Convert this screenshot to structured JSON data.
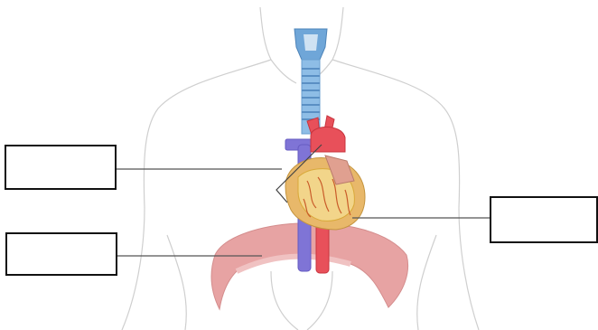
{
  "diagram": {
    "kind": "unlabeled anatomy worksheet",
    "labels": [
      {
        "id": "box-tl",
        "text": ""
      },
      {
        "id": "box-bl",
        "text": ""
      },
      {
        "id": "box-r",
        "text": ""
      }
    ],
    "colors": {
      "body_outline": "#cfcfcf",
      "heart": "#e8b86a",
      "heart_muscle": "#f2d58a",
      "arteries": "#e8505a",
      "veins": "#7f74d6",
      "trachea": "#7fb1de",
      "diaphragm": "#e7a3a3",
      "leader_lines": "#555555"
    }
  }
}
